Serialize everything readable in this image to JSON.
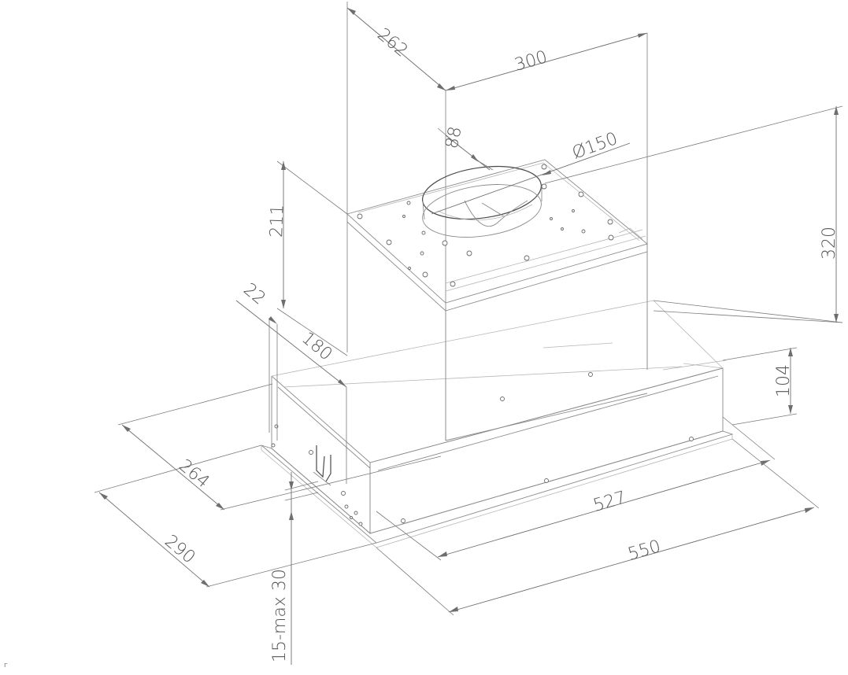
{
  "dimensions": {
    "chimney_depth": "262",
    "chimney_width": "300",
    "offset_88": "88",
    "duct_diameter": "Ø150",
    "motor_height": "211",
    "total_height": "320",
    "side_22": "22",
    "side_180": "180",
    "body_height": "104",
    "depth_264": "264",
    "depth_290": "290",
    "width_527": "527",
    "width_550": "550",
    "front_gap": "15-max 30"
  },
  "corner_mark": "г"
}
